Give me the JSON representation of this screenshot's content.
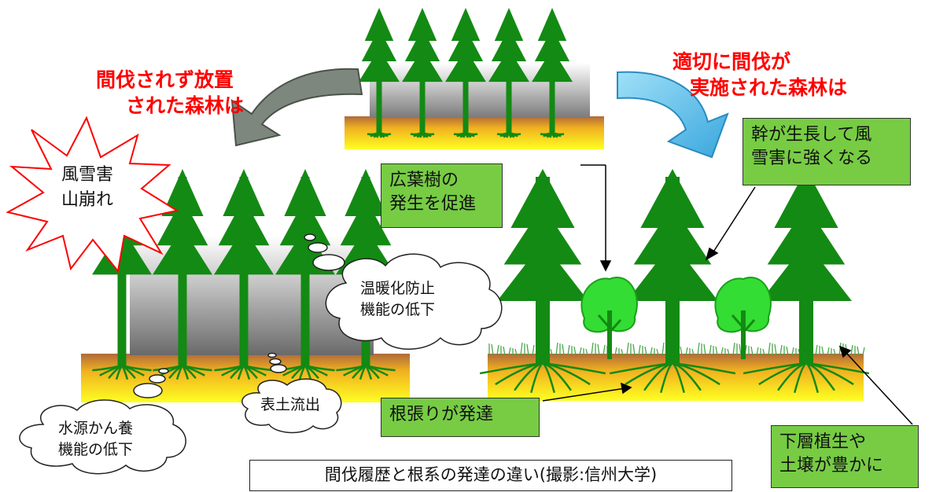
{
  "labels": {
    "left_heading_line1": "間伐されず放置",
    "left_heading_line2": "された森林は",
    "right_heading_line1": "適切に間伐が",
    "right_heading_line2": "実施された森林は",
    "burst_line1": "風雪害",
    "burst_line2": "山崩れ",
    "warming_line1": "温暖化防止",
    "warming_line2": "機能の低下",
    "water_line1": "水源かん養",
    "water_line2": "機能の低下",
    "topsoil": "表土流出",
    "broadleaf_line1": "広葉樹の",
    "broadleaf_line2": "発生を促進",
    "trunk_line1": "幹が生長して風",
    "trunk_line2": "雪害に強くなる",
    "roots": "根張りが発達",
    "understory_line1": "下層植生や",
    "understory_line2": "土壌が豊かに",
    "caption": "間伐履歴と根系の発達の違い(撮影:信州大学)"
  },
  "colors": {
    "tree_green": "#138a13",
    "broadleaf_green": "#33dd33",
    "soil_top": "#b06a3a",
    "soil_bottom": "#ffff22",
    "label_green": "#77cc44",
    "heading_red": "#ff0000",
    "arrow_gray": "#808a80",
    "arrow_blue": "#6ac8ef"
  }
}
